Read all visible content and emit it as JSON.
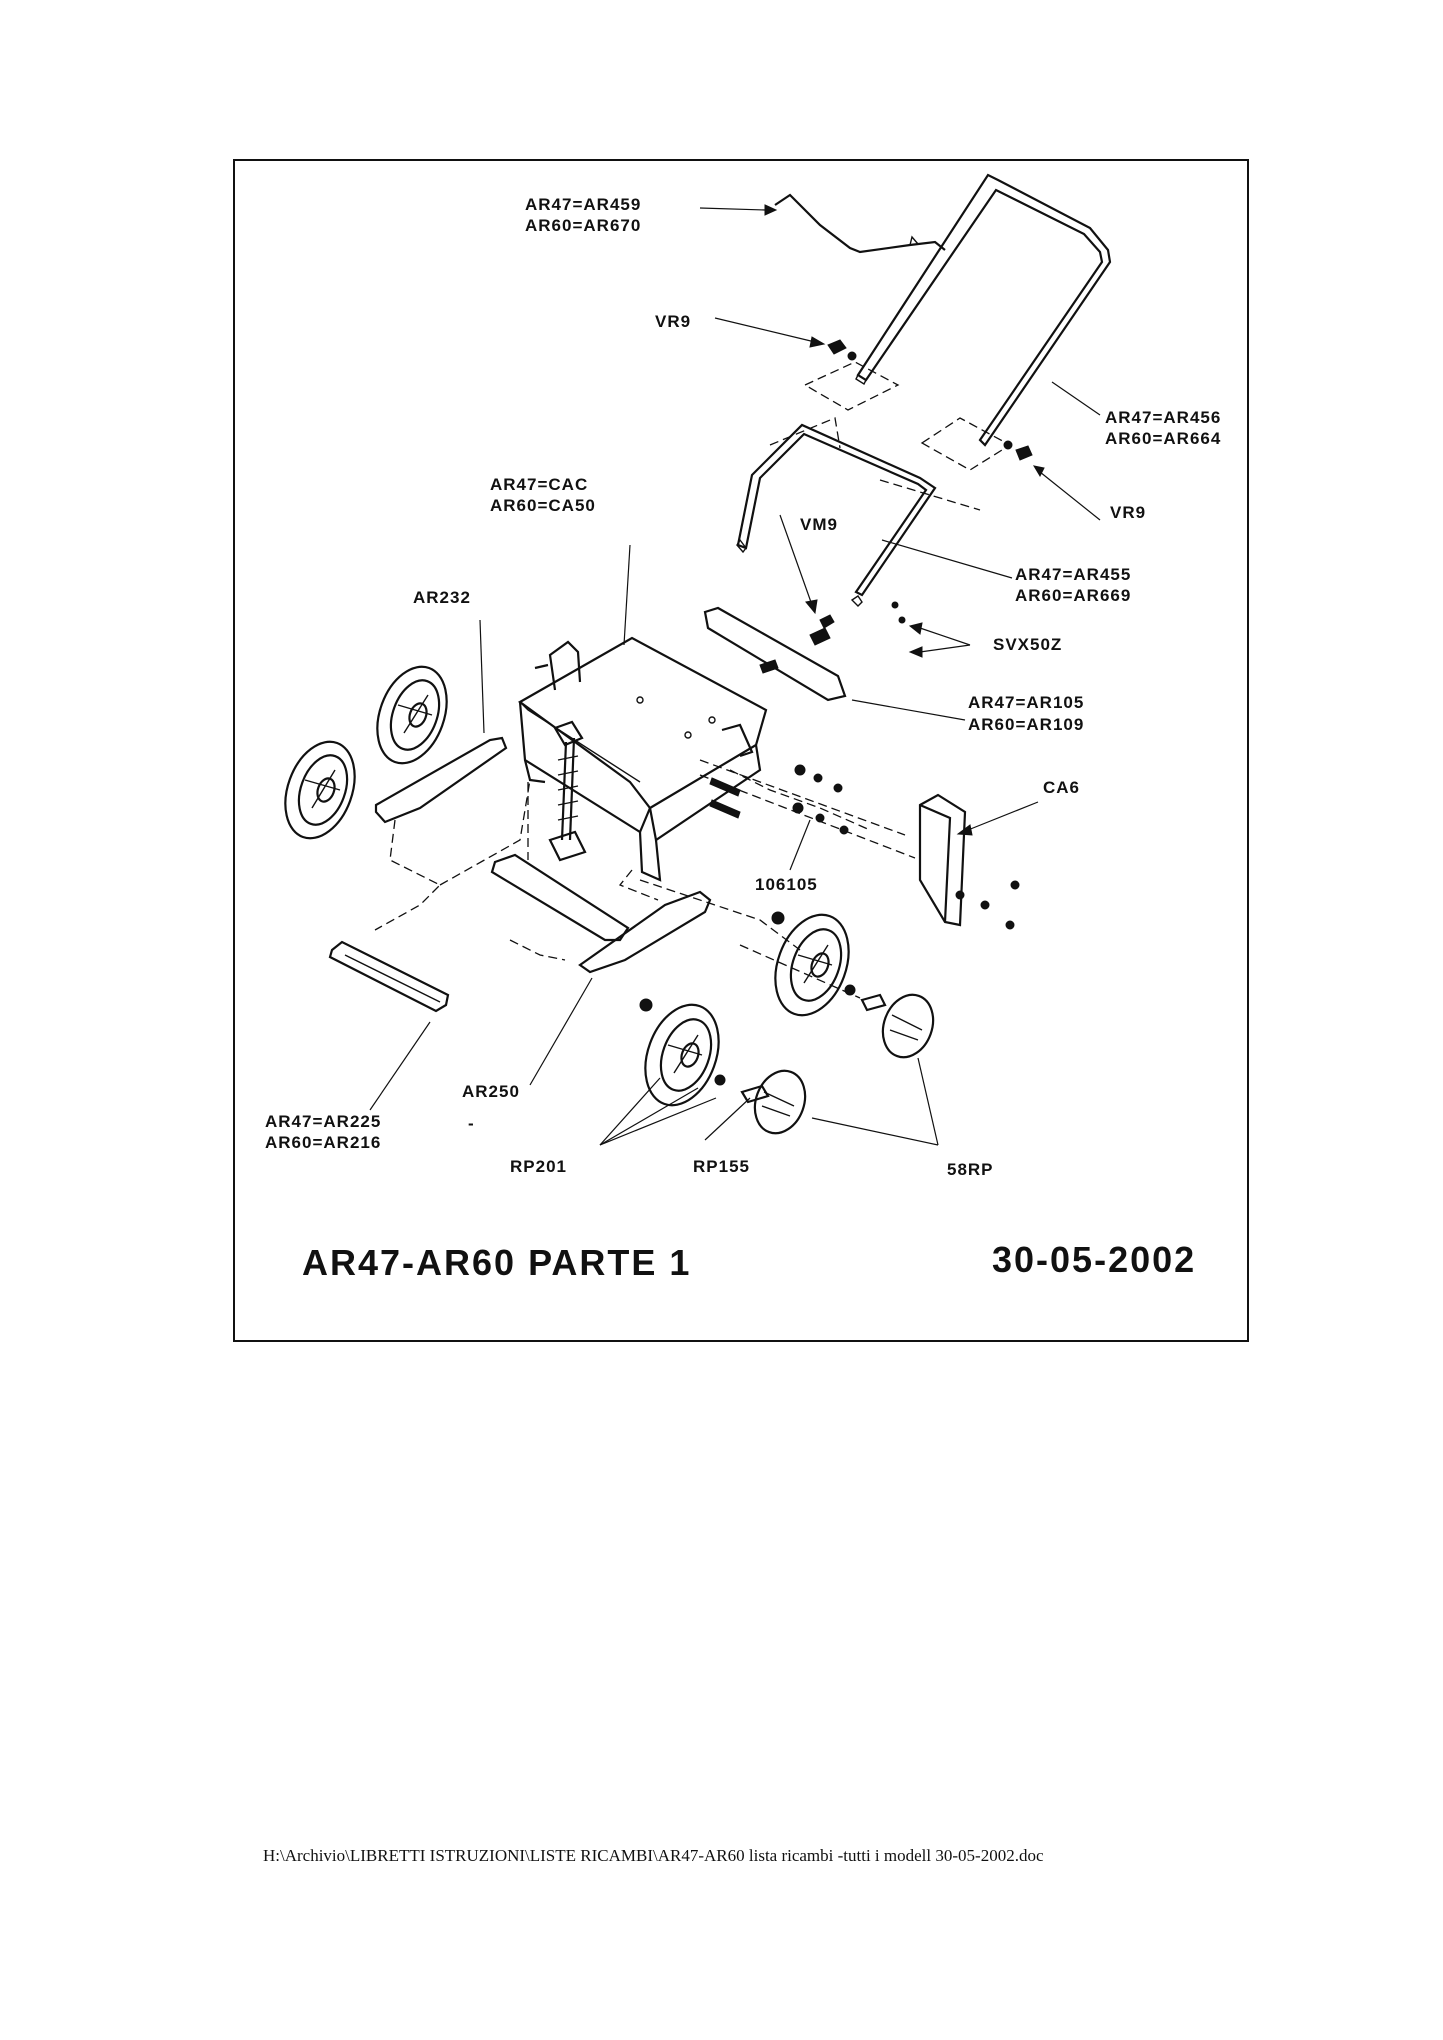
{
  "labels": {
    "ar459": "AR47=AR459",
    "ar670": "AR60=AR670",
    "vr9_top": "VR9",
    "ar456": "AR47=AR456",
    "ar664": "AR60=AR664",
    "vr9_right": "VR9",
    "cac": "AR47=CAC",
    "ca50": "AR60=CA50",
    "vm9": "VM9",
    "ar455": "AR47=AR455",
    "ar669": "AR60=AR669",
    "ar232": "AR232",
    "svx50z": "SVX50Z",
    "ar105": "AR47=AR105",
    "ar109": "AR60=AR109",
    "ca6": "CA6",
    "p106105": "106105",
    "ar250": "AR250",
    "ar225": "AR47=AR225",
    "ar216": "AR60=AR216",
    "dash_mark": "-",
    "rp201": "RP201",
    "rp155": "RP155",
    "srp58": "58RP"
  },
  "title": {
    "model": "AR47-AR60  PARTE  1",
    "date": "30-05-2002"
  },
  "footer": {
    "path": "H:\\Archivio\\LIBRETTI ISTRUZIONI\\LISTE RICAMBI\\AR47-AR60  lista ricambi -tutti i modell 30-05-2002.doc"
  }
}
